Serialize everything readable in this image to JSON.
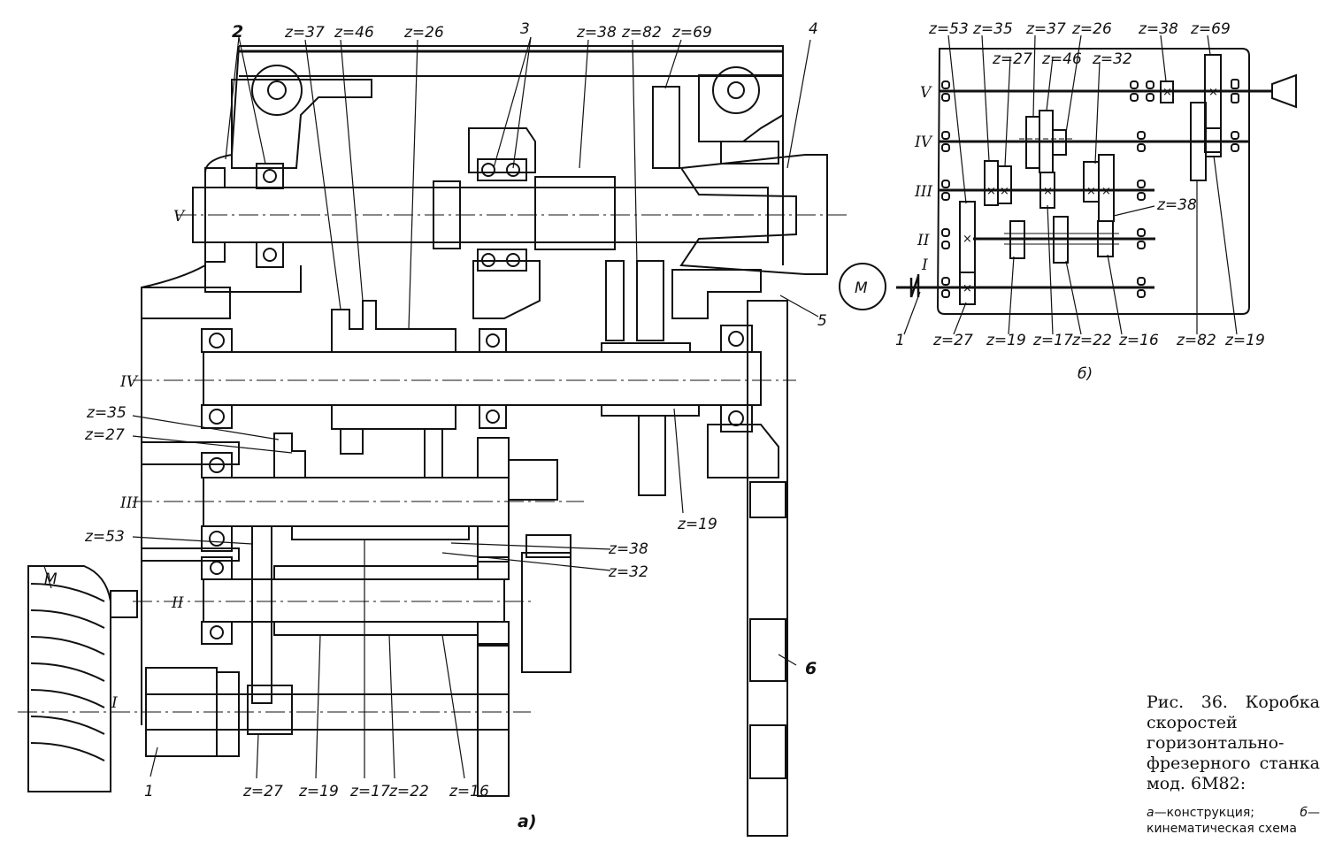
{
  "figure": {
    "number": "Рис. 36.",
    "title": "Коробка скоростей горизонтально-фрезерного станка мод. 6М82:",
    "subcaption_a_key": "а",
    "subcaption_a_text": "—конструкция;",
    "subcaption_b_key": "б",
    "subcaption_b_text": "—кинематическая схема"
  },
  "panel_a": {
    "panel_label": "а)",
    "shaft_labels": [
      "V",
      "IV",
      "III",
      "II",
      "I"
    ],
    "motor_label": "M",
    "part_labels": [
      "1",
      "2",
      "3",
      "4",
      "5",
      "6"
    ],
    "gear_labels_top": [
      "z=37",
      "z=46",
      "z=26",
      "z=38",
      "z=82",
      "z=69"
    ],
    "gear_labels_left": [
      "z=35",
      "z=27",
      "z=53"
    ],
    "gear_labels_right": [
      "z=19",
      "z=38",
      "z=32"
    ],
    "gear_labels_bottom": [
      "z=27",
      "z=19",
      "z=17",
      "z=22",
      "z=16"
    ]
  },
  "panel_b": {
    "panel_label": "б)",
    "shaft_labels": [
      "V",
      "IV",
      "III",
      "II",
      "I"
    ],
    "motor_label": "M",
    "clutch_label": "1",
    "gear_labels_top": [
      "z=53",
      "z=35",
      "z=37",
      "z=26",
      "z=38",
      "z=69"
    ],
    "gear_labels_upper": [
      "z=27",
      "z=46",
      "z=32"
    ],
    "gear_label_right": "z=38",
    "gear_labels_bottom": [
      "z=27",
      "z=19",
      "z=17",
      "z=22",
      "z=16",
      "z=82",
      "z=19"
    ]
  }
}
